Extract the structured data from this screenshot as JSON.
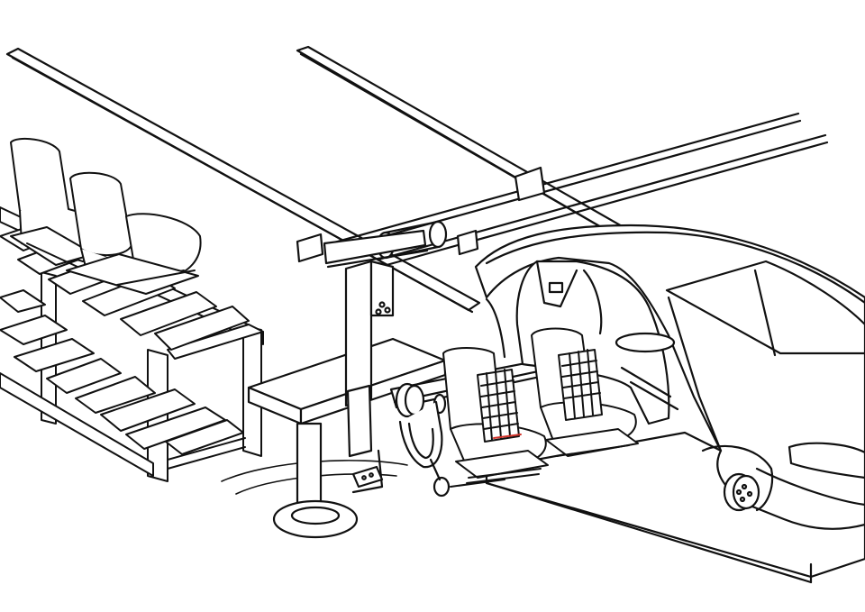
{
  "figure": {
    "style": "black-and-white isometric line drawing",
    "colors": {
      "ink": "#111111",
      "paper": "#ffffff",
      "accent": "#d2332a"
    }
  },
  "components": [
    {
      "name": "overhead-gantry-rail",
      "icon": "rail-icon"
    },
    {
      "name": "conveyor-rail",
      "icon": "rail-icon"
    },
    {
      "name": "roller-conveyor-rack",
      "icon": "roller-rack-icon"
    },
    {
      "name": "vehicle-seat",
      "icon": "seat-icon"
    },
    {
      "name": "lift-assist-manipulator",
      "icon": "manipulator-icon"
    },
    {
      "name": "control-pedestal",
      "icon": "pedestal-icon"
    },
    {
      "name": "car-body-on-platform",
      "icon": "car-icon"
    },
    {
      "name": "wheel-hub",
      "icon": "hub-icon"
    }
  ]
}
